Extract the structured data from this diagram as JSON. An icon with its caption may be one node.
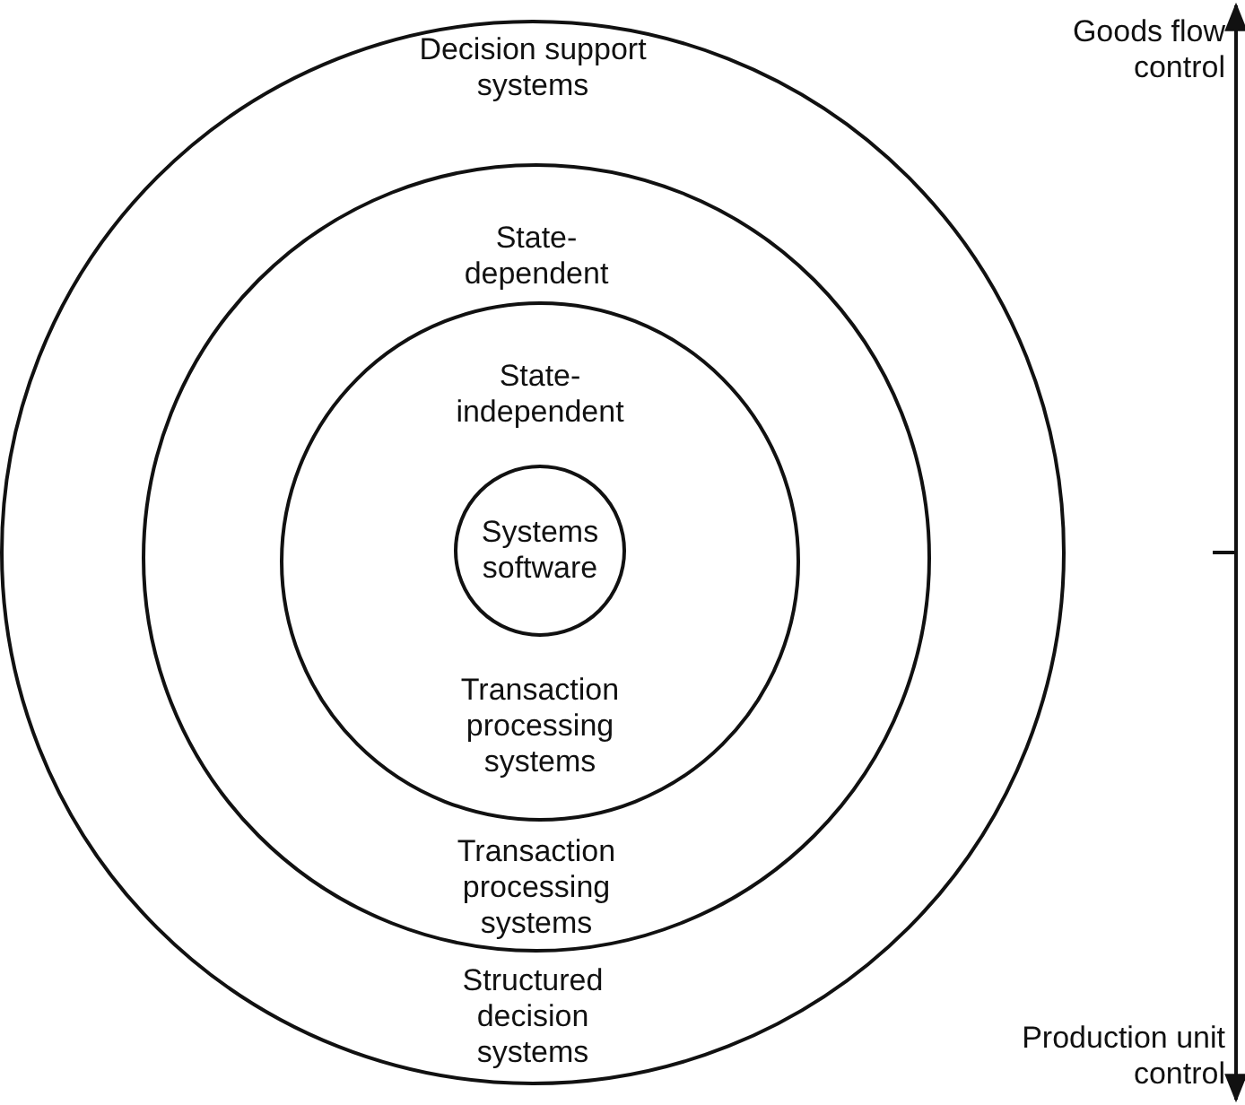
{
  "diagram": {
    "nodes": [
      {
        "text": [
          "Decision support systems",
          "Structured decision systems"
        ]
      },
      {
        "text": [
          "State-dependent",
          "Transaction processing systems"
        ],
        "in": 0
      },
      {
        "text": [
          "State-independent",
          "Transaction processing systems"
        ],
        "in": 1
      },
      {
        "text": [
          "Systems software"
        ],
        "in": 2
      }
    ],
    "edges": [],
    "labels": [
      "Goods flow control",
      "Production unit control"
    ]
  }
}
